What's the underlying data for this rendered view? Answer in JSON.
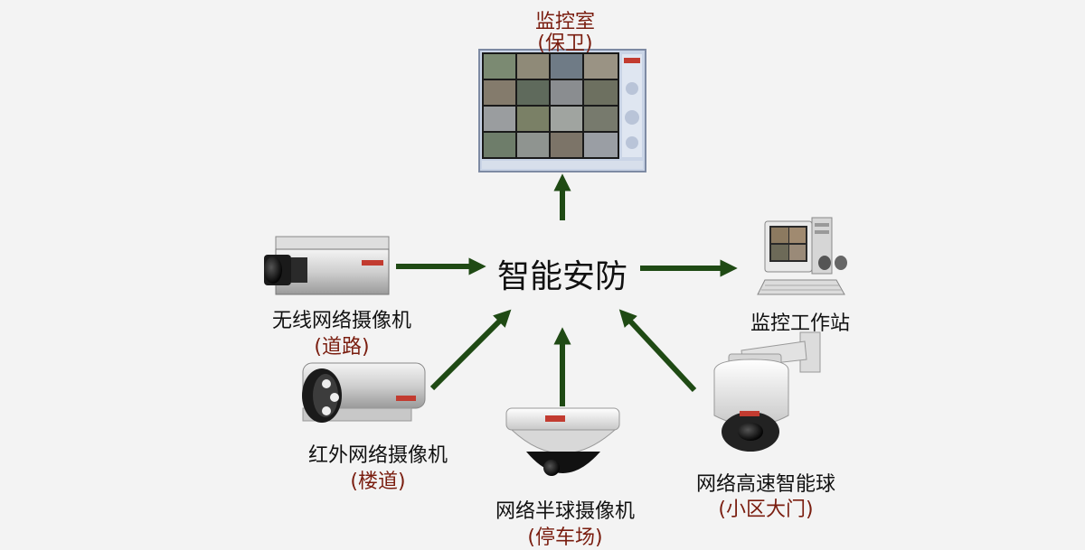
{
  "center": {
    "label": "智能安防"
  },
  "nodes": {
    "control_room": {
      "name": "监控室",
      "sub": "(保卫)"
    },
    "workstation": {
      "name": "监控工作站"
    },
    "box_camera": {
      "name": "无线网络摄像机",
      "sub": "(道路)"
    },
    "ir_camera": {
      "name": "红外网络摄像机",
      "sub": "(楼道)"
    },
    "dome_camera": {
      "name": "网络半球摄像机",
      "sub": "(停车场)"
    },
    "speed_dome": {
      "name": "网络高速智能球",
      "sub": "(小区大门)"
    }
  },
  "colors": {
    "arrow": "#1f4a14",
    "sub_text": "#7a1d0f",
    "background": "#f3f3f3"
  }
}
